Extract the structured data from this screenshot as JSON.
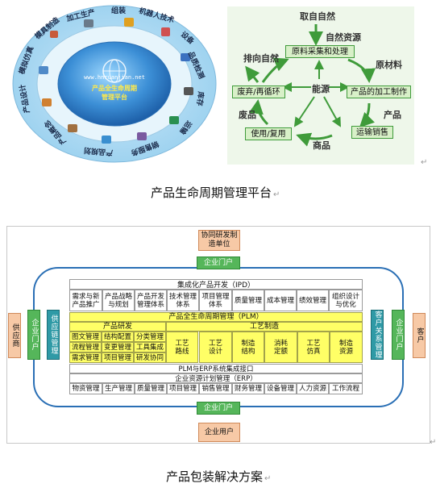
{
  "wheel": {
    "url": "www.hnruanjian.net",
    "center_title_1": "产品全生命周期",
    "center_title_2": "管理平台",
    "segments": [
      "加工生产",
      "组装",
      "机器人技术",
      "设备",
      "品质检测",
      "库存",
      "运输",
      "销售服务",
      "产品规划",
      "产品概念",
      "产品设计",
      "模拟仿真",
      "模具制造"
    ]
  },
  "cycle": {
    "labels": {
      "top_source": "取自自然",
      "natural_resources": "自然资源",
      "raw_material": "原材料",
      "product": "产品",
      "goods": "商品",
      "waste": "废品",
      "discharge": "排向自然",
      "energy": "能源"
    },
    "nodes": {
      "collect": "原料采集和处理",
      "process": "产品的加工制作",
      "transport": "运输销售",
      "use": "使用/复用",
      "recycle": "废弃/再循环"
    }
  },
  "caption_1": "产品生命周期管理平台",
  "caption_2": "产品包装解决方案",
  "arch": {
    "top_unit": "协同研发制造单位",
    "top_portal": "企业门户",
    "bottom_portal": "企业门户",
    "bottom_user": "企业用户",
    "left_supplier": "供应商",
    "left_portal": "企业门户",
    "left_scm": "供应链管理",
    "right_crm": "客户关系管理",
    "right_portal": "企业门户",
    "right_customer": "客户",
    "ipd_title": "集成化产品开发（IPD）",
    "ipd_cells": [
      "需求与新产品推广",
      "产品战略与规划",
      "产品开发管理体系",
      "技术管理体系",
      "项目管理体系",
      "质量管理",
      "成本管理",
      "绩效管理",
      "组织设计与优化"
    ],
    "plm_title": "产品全生命周期管理（PLM）",
    "rd_title": "产品研发",
    "mfg_title": "工艺制造",
    "rd_cells": [
      "图文管理",
      "结构配置",
      "分类管理",
      "流程管理",
      "变更管理",
      "工具集成",
      "需求管理",
      "项目管理",
      "研发协同"
    ],
    "mfg_cells": [
      "工艺路线",
      "工艺设计",
      "制造结构",
      "消耗定额",
      "工艺仿真",
      "制造资源"
    ],
    "interface": "PLM与ERP系统集成接口",
    "erp_title": "企业资源计划管理（ERP）",
    "erp_cells": [
      "物资管理",
      "生产管理",
      "质量管理",
      "项目管理",
      "销售管理",
      "财务管理",
      "设备管理",
      "人力资源",
      "工作流程"
    ]
  }
}
